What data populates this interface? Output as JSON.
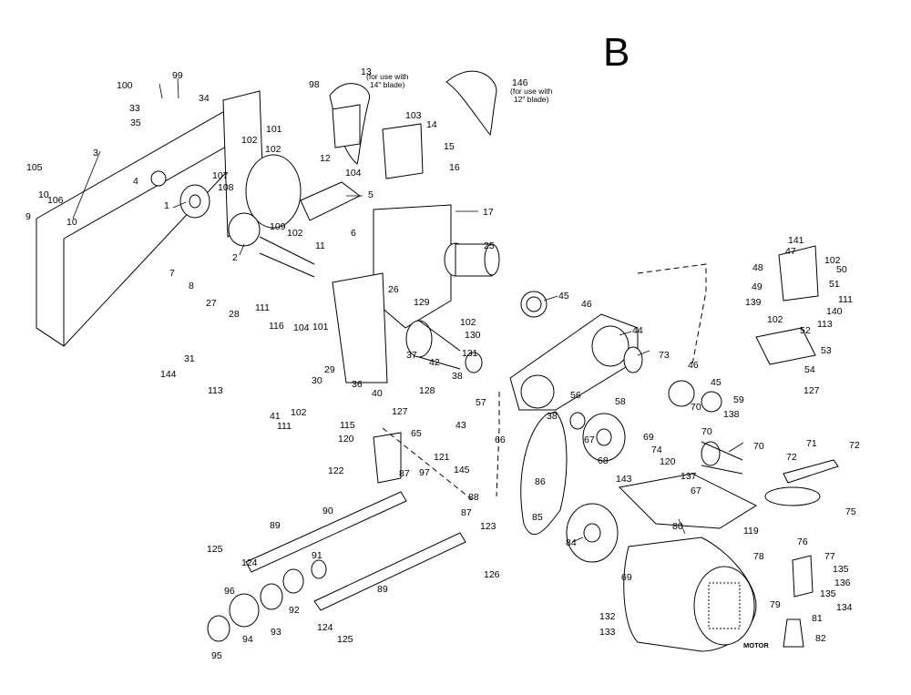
{
  "sheet_letter": "B",
  "motor_label": "MOTOR",
  "notes": {
    "n13": "(for use with\n14\" blade)",
    "n146": "(for use with\n12\" blade)"
  },
  "callouts": [
    "1",
    "2",
    "3",
    "4",
    "5",
    "6",
    "7",
    "8",
    "9",
    "10",
    "10",
    "11",
    "12",
    "13",
    "14",
    "15",
    "16",
    "17",
    "25",
    "26",
    "27",
    "28",
    "29",
    "30",
    "31",
    "33",
    "34",
    "35",
    "36",
    "37",
    "38",
    "38",
    "40",
    "41",
    "42",
    "43",
    "44",
    "45",
    "45",
    "46",
    "46",
    "47",
    "48",
    "49",
    "50",
    "51",
    "52",
    "53",
    "54",
    "56",
    "57",
    "58",
    "59",
    "65",
    "66",
    "67",
    "67",
    "68",
    "69",
    "69",
    "70",
    "70",
    "70",
    "71",
    "72",
    "72",
    "73",
    "74",
    "75",
    "76",
    "77",
    "78",
    "79",
    "80",
    "81",
    "82",
    "84",
    "85",
    "86",
    "87",
    "87",
    "88",
    "89",
    "89",
    "90",
    "91",
    "92",
    "93",
    "94",
    "95",
    "96",
    "97",
    "98",
    "99",
    "100",
    "101",
    "101",
    "102",
    "102",
    "102",
    "102",
    "102",
    "102",
    "102",
    "103",
    "104",
    "104",
    "105",
    "106",
    "107",
    "108",
    "109",
    "111",
    "111",
    "111",
    "113",
    "113",
    "115",
    "116",
    "119",
    "120",
    "120",
    "121",
    "122",
    "123",
    "124",
    "124",
    "125",
    "125",
    "126",
    "127",
    "127",
    "128",
    "129",
    "130",
    "131",
    "132",
    "133",
    "134",
    "135",
    "135",
    "136",
    "137",
    "138",
    "139",
    "140",
    "141",
    "143",
    "144",
    "145",
    "146"
  ]
}
